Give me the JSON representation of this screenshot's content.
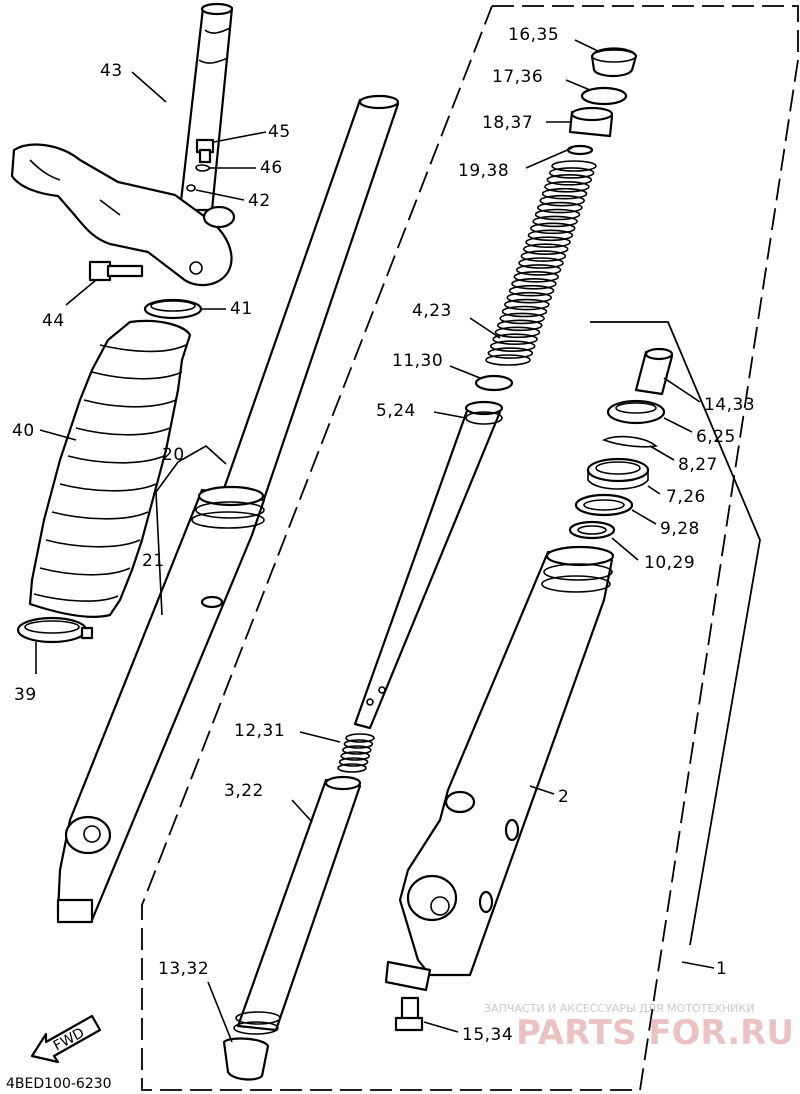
{
  "diagram": {
    "drawing_code": "4BED100-6230",
    "fwd_arrow_text": "FWD",
    "watermark": {
      "tagline": "ЗАПЧАСТИ И АКСЕССУАРЫ ДЛЯ МОТОТЕХНИКИ",
      "brand": "PARTS FOR.RU"
    },
    "labels": [
      {
        "id": "l-16-35",
        "text": "16,35"
      },
      {
        "id": "l-17-36",
        "text": "17,36"
      },
      {
        "id": "l-18-37",
        "text": "18,37"
      },
      {
        "id": "l-19-38",
        "text": "19,38"
      },
      {
        "id": "l-43",
        "text": "43"
      },
      {
        "id": "l-45",
        "text": "45"
      },
      {
        "id": "l-46",
        "text": "46"
      },
      {
        "id": "l-42",
        "text": "42"
      },
      {
        "id": "l-44",
        "text": "44"
      },
      {
        "id": "l-41",
        "text": "41"
      },
      {
        "id": "l-40",
        "text": "40"
      },
      {
        "id": "l-20",
        "text": "20"
      },
      {
        "id": "l-21",
        "text": "21"
      },
      {
        "id": "l-39",
        "text": "39"
      },
      {
        "id": "l-4-23",
        "text": "4,23"
      },
      {
        "id": "l-11-30",
        "text": "11,30"
      },
      {
        "id": "l-5-24",
        "text": "5,24"
      },
      {
        "id": "l-14-33",
        "text": "14,33"
      },
      {
        "id": "l-6-25",
        "text": "6,25"
      },
      {
        "id": "l-8-27",
        "text": "8,27"
      },
      {
        "id": "l-7-26",
        "text": "7,26"
      },
      {
        "id": "l-9-28",
        "text": "9,28"
      },
      {
        "id": "l-10-29",
        "text": "10,29"
      },
      {
        "id": "l-12-31",
        "text": "12,31"
      },
      {
        "id": "l-3-22",
        "text": "3,22"
      },
      {
        "id": "l-2",
        "text": "2"
      },
      {
        "id": "l-1",
        "text": "1"
      },
      {
        "id": "l-13-32",
        "text": "13,32"
      },
      {
        "id": "l-15-34",
        "text": "15,34"
      }
    ]
  }
}
